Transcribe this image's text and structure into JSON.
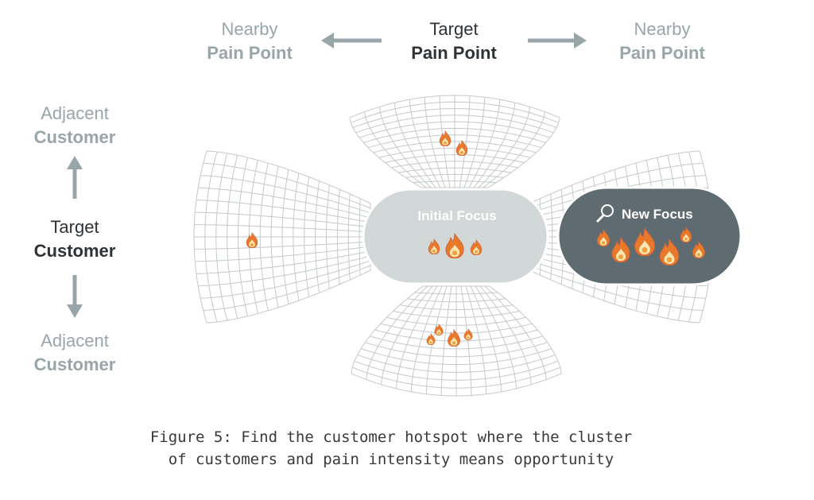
{
  "axes": {
    "top_center": {
      "line1": "Target",
      "line2": "Pain Point"
    },
    "top_left": {
      "line1": "Nearby",
      "line2": "Pain Point"
    },
    "top_right": {
      "line1": "Nearby",
      "line2": "Pain Point"
    },
    "left_center": {
      "line1": "Target",
      "line2": "Customer"
    },
    "left_top": {
      "line1": "Adjacent",
      "line2": "Customer"
    },
    "left_bottom": {
      "line1": "Adjacent",
      "line2": "Customer"
    }
  },
  "initial_focus": {
    "label": "Initial Focus"
  },
  "new_focus": {
    "label": "New Focus",
    "icon": "magnifier-icon"
  },
  "caption": {
    "line1": "Figure 5: Find the customer hotspot where the cluster",
    "line2": "of customers and pain intensity means opportunity"
  },
  "colors": {
    "muted_text": "#98a5a9",
    "dark_text": "#2f3336",
    "initial_focus_fill": "#d2d8d8",
    "new_focus_fill": "#5e6b71",
    "grid": "#c4c9cb",
    "flame": "#e8792a"
  }
}
